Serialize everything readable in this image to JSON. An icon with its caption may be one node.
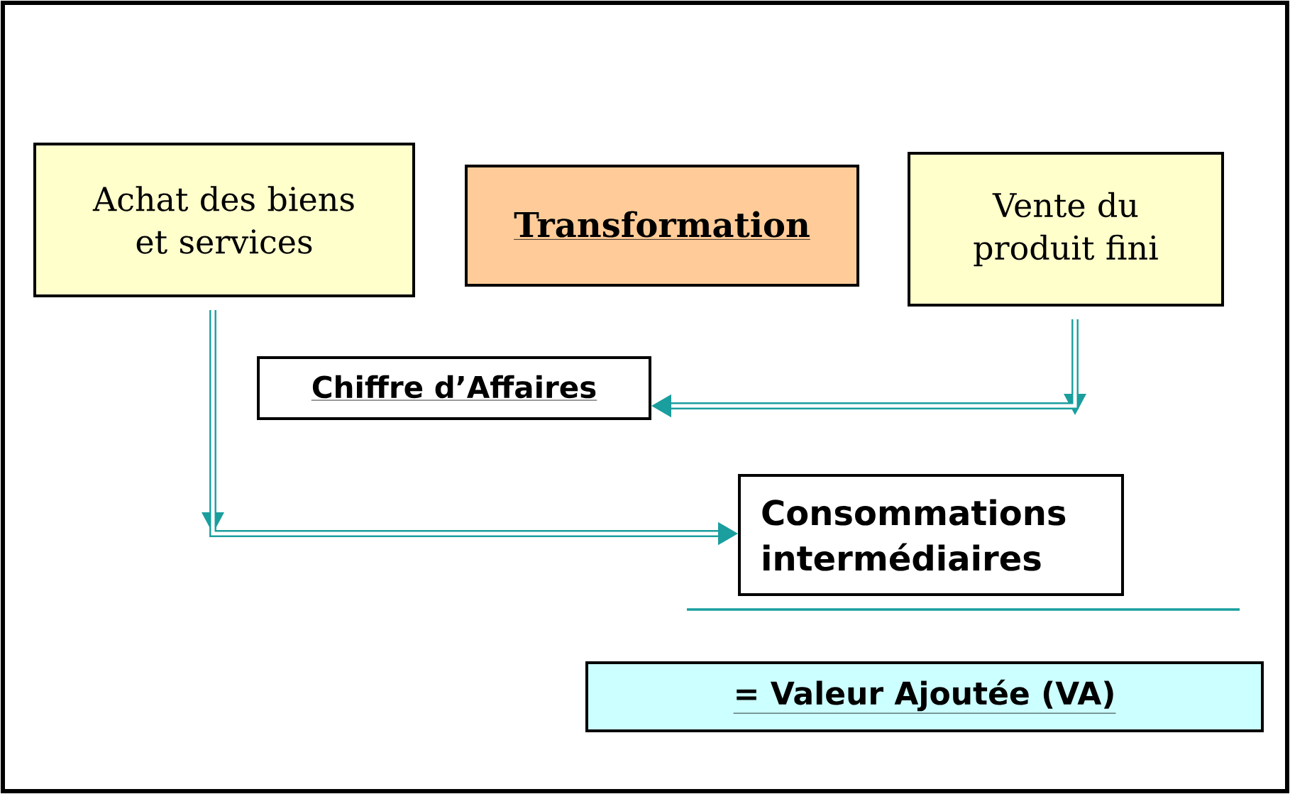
{
  "diagram": {
    "nodes": [
      {
        "text": [
          "Achat des biens et services"
        ]
      },
      {
        "text": [
          "Transformation"
        ]
      },
      {
        "text": [
          "Vente du produit fini"
        ]
      },
      {
        "text": [
          "Chiffre d’Affaires"
        ]
      },
      {
        "text": [
          "Consommations intermédiaires"
        ]
      },
      {
        "text": [
          "= Valeur Ajoutée (VA)"
        ]
      }
    ],
    "edges": [
      {
        "from": 2,
        "to": 3,
        "arrow": "to"
      },
      {
        "from": 0,
        "to": 4,
        "arrow": "to"
      }
    ]
  }
}
